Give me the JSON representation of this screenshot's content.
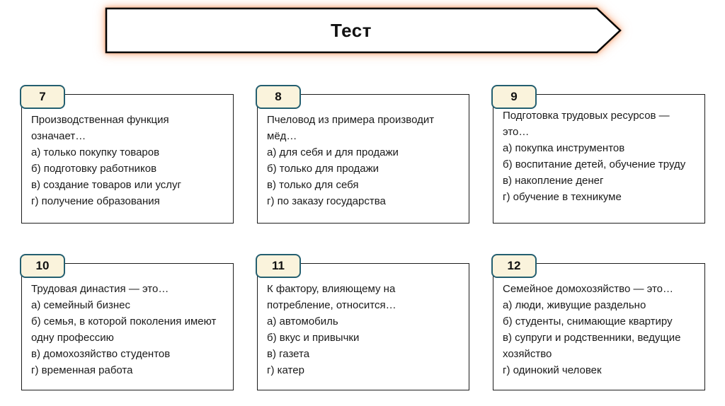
{
  "title": "Тест",
  "cards": [
    {
      "number": "7",
      "question": "Производственная функция означает…",
      "options": [
        "а) только покупку товаров",
        "б) подготовку работников",
        "в) создание товаров или услуг",
        "г) получение образования"
      ]
    },
    {
      "number": "8",
      "question": "Пчеловод из примера производит мёд…",
      "options": [
        "а) для себя и для продажи",
        "б) только для продажи",
        "в) только для себя",
        "г) по заказу государства"
      ]
    },
    {
      "number": "9",
      "question": "Подготовка трудовых ресурсов — это…",
      "options": [
        "а) покупка инструментов",
        "б) воспитание детей, обучение труду",
        "в) накопление денег",
        "г) обучение в техникуме"
      ]
    },
    {
      "number": "10",
      "question": "Трудовая династия — это…",
      "options": [
        "а) семейный бизнес",
        "б) семья, в которой поколения имеют одну профессию",
        "в) домохозяйство студентов",
        "г) временная работа"
      ]
    },
    {
      "number": "11",
      "question": "К фактору, влияющему на потребление, относится…",
      "options": [
        "а) автомобиль",
        "б) вкус и привычки",
        "в) газета",
        "г) катер"
      ]
    },
    {
      "number": "12",
      "question": "Семейное домохозяйство — это…",
      "options": [
        "а) люди, живущие раздельно",
        "б) студенты, снимающие квартиру",
        "в) супруги и родственники, ведущие хозяйство",
        "г) одинокий человек"
      ]
    }
  ],
  "colors": {
    "tab_fill": "#faf3dc",
    "tab_border": "#245f70",
    "card_border": "#1c1c1c",
    "banner_glow": "#f8a06f",
    "text": "#1a1a1a"
  }
}
